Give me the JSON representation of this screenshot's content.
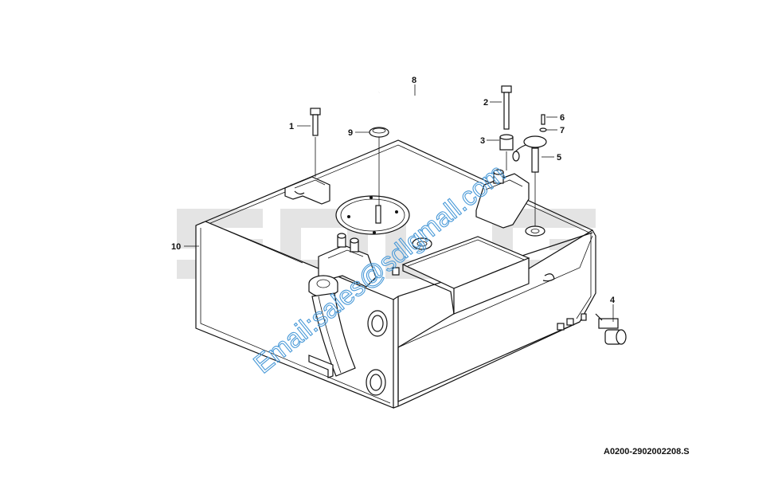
{
  "watermark": {
    "brand": "SDLG",
    "email": "Email:sales@sdlgmall.com"
  },
  "callouts": [
    {
      "id": "c1",
      "label": "1"
    },
    {
      "id": "c2",
      "label": "2"
    },
    {
      "id": "c3",
      "label": "3"
    },
    {
      "id": "c4",
      "label": "4"
    },
    {
      "id": "c5",
      "label": "5"
    },
    {
      "id": "c6",
      "label": "6"
    },
    {
      "id": "c7",
      "label": "7"
    },
    {
      "id": "c8",
      "label": "8"
    },
    {
      "id": "c9",
      "label": "9"
    },
    {
      "id": "c10",
      "label": "10"
    }
  ],
  "drawing_ref": "A0200-2902002208.S",
  "colors": {
    "watermark_gray": "#e3e3e3",
    "email_blue": "#4a9ad8",
    "line": "#111111"
  }
}
